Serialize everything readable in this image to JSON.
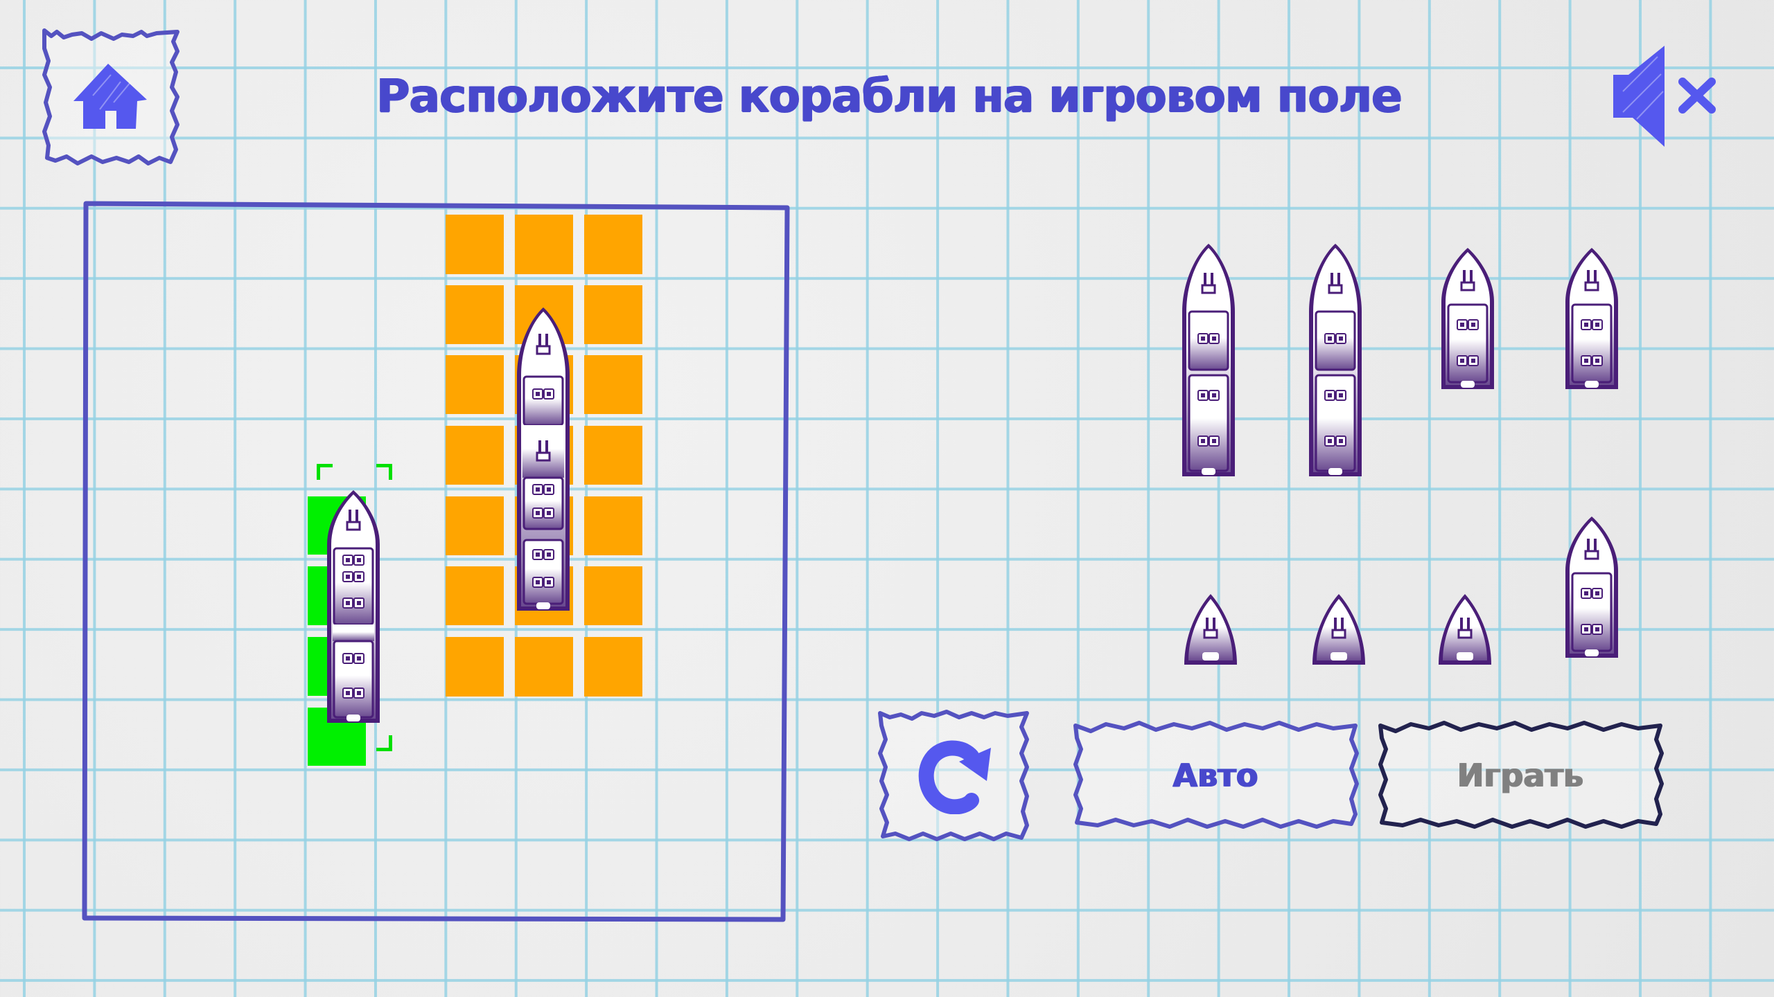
{
  "header": {
    "title": "Расположите корабли на игровом поле",
    "home_icon": "home-icon",
    "sound_icon": "sound-muted-icon"
  },
  "colors": {
    "accent": "#4848cc",
    "frame": "#5452c0",
    "icon_fill": "#5558ee",
    "invalid_zone": "#ffa500",
    "valid_zone": "#00f000",
    "play_border": "#22224e",
    "play_text": "#808080",
    "ship_hull": "#4a1e78"
  },
  "board": {
    "rows": 10,
    "cols": 10,
    "blocked_cells": {
      "cols": [
        5,
        6,
        7
      ],
      "rows": [
        0,
        1,
        2,
        3,
        4,
        5,
        6
      ]
    },
    "placement_preview": {
      "col": 3,
      "rows": [
        4,
        5,
        6,
        7
      ],
      "state": "valid"
    },
    "placed_ships": [
      {
        "id": "ship-4-placed",
        "size": 4,
        "col": 6,
        "row": 1,
        "orientation": "vertical"
      },
      {
        "id": "ship-4-dragging",
        "size": 4,
        "col": 3,
        "row": 4,
        "orientation": "vertical",
        "selected": true
      }
    ]
  },
  "dock": {
    "ships": [
      {
        "size": 3,
        "label": "ship-3"
      },
      {
        "size": 3,
        "label": "ship-3"
      },
      {
        "size": 2,
        "label": "ship-2"
      },
      {
        "size": 2,
        "label": "ship-2"
      },
      {
        "size": 1,
        "label": "ship-1"
      },
      {
        "size": 1,
        "label": "ship-1"
      },
      {
        "size": 1,
        "label": "ship-1"
      },
      {
        "size": 2,
        "label": "ship-2"
      }
    ]
  },
  "controls": {
    "rotate_icon": "rotate-icon",
    "auto_label": "Авто",
    "play_label": "Играть"
  }
}
